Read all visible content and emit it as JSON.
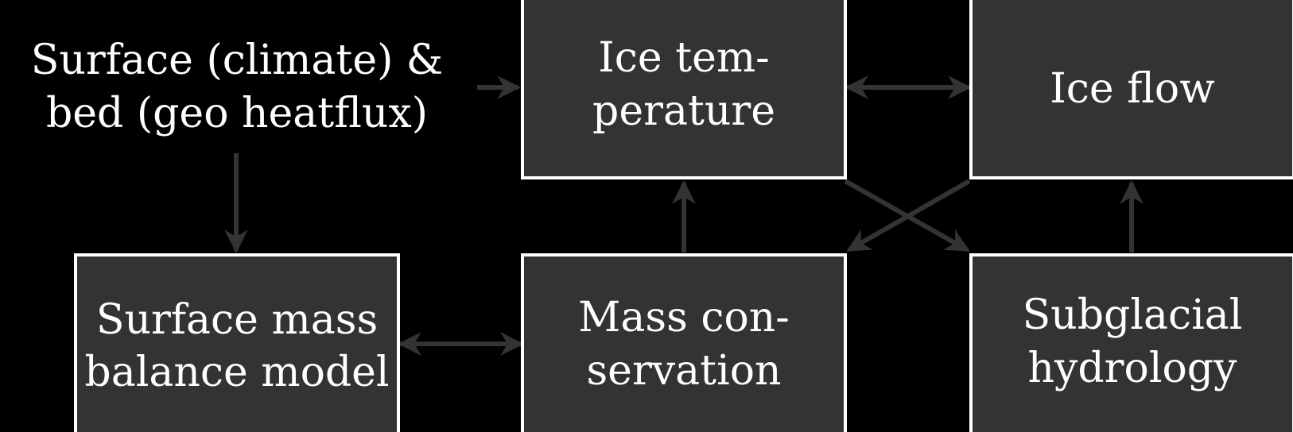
{
  "colors": {
    "background": "#000000",
    "box_fill": "#333333",
    "box_border": "#ffffff",
    "text": "#ffffff",
    "arrow": "#333333"
  },
  "nodes": {
    "surface_inputs": {
      "line1": "Surface (climate) &",
      "line2": "bed (geo heatflux)"
    },
    "ice_temperature": {
      "line1": "Ice tem-",
      "line2": "perature"
    },
    "ice_flow": {
      "line1": "Ice flow"
    },
    "surface_mass_balance": {
      "line1": "Surface mass",
      "line2": "balance model"
    },
    "mass_conservation": {
      "line1": "Mass con-",
      "line2": "servation"
    },
    "subglacial_hydrology": {
      "line1": "Subglacial",
      "line2": "hydrology"
    }
  },
  "edges": [
    {
      "from": "surface_inputs",
      "to": "ice_temperature",
      "direction": "forward"
    },
    {
      "from": "surface_inputs",
      "to": "surface_mass_balance",
      "direction": "forward"
    },
    {
      "from": "ice_temperature",
      "to": "ice_flow",
      "direction": "both"
    },
    {
      "from": "surface_mass_balance",
      "to": "mass_conservation",
      "direction": "both"
    },
    {
      "from": "mass_conservation",
      "to": "ice_temperature",
      "direction": "forward"
    },
    {
      "from": "subglacial_hydrology",
      "to": "ice_flow",
      "direction": "forward"
    },
    {
      "from": "ice_temperature",
      "to": "subglacial_hydrology",
      "direction": "forward"
    },
    {
      "from": "ice_flow",
      "to": "mass_conservation",
      "direction": "forward"
    }
  ]
}
